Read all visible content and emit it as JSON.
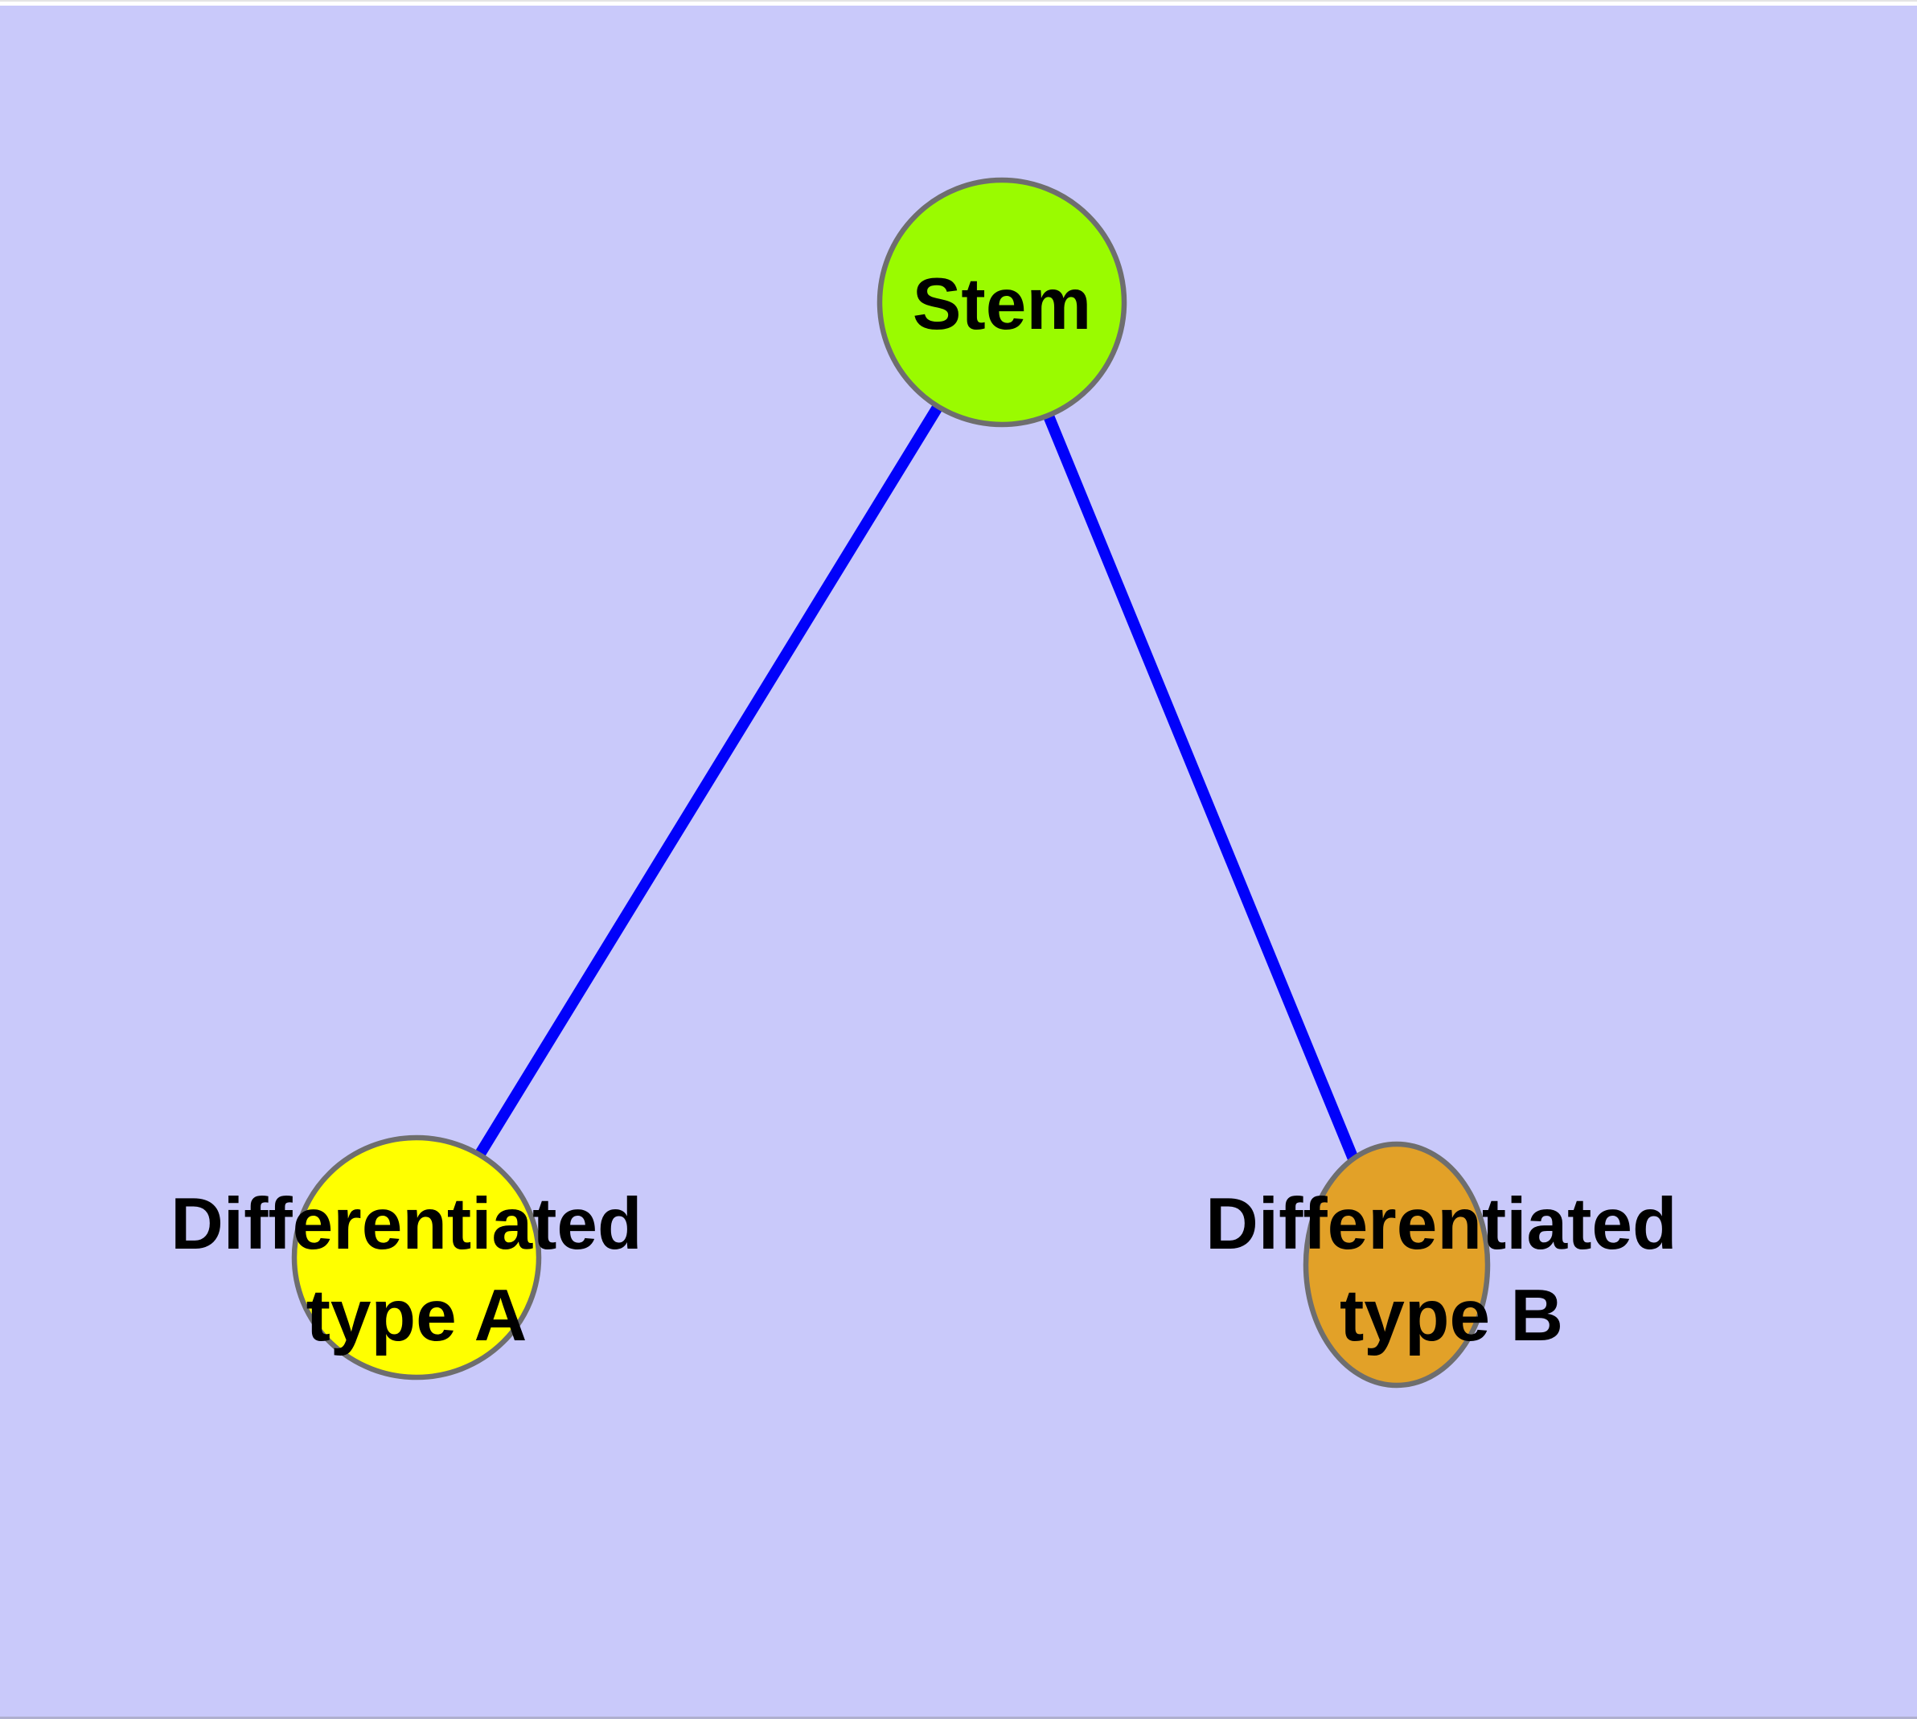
{
  "chrome": {
    "top_border_color": "#E4E4E4",
    "top_strip_color": "#FFFFFF",
    "bottom_strip_color": "#AFAFCF"
  },
  "canvas": {
    "background_color": "#C9C9FA"
  },
  "styles": {
    "edge_color": "#0101FA",
    "node_border_color": "#6E6E6E",
    "label_color": "#000000"
  },
  "graph": {
    "nodes": [
      {
        "id": "stem",
        "label": "Stem",
        "fill": "#9AFB00"
      },
      {
        "id": "differentiated-type-a",
        "label_line1": "Differentiated",
        "label_line2": "type A",
        "fill": "#FFFF00"
      },
      {
        "id": "differentiated-type-b",
        "label_line1": "Differentiated",
        "label_line2": "type B",
        "fill": "#E2A128"
      }
    ],
    "edges": [
      {
        "from": "Stem",
        "to": "Differentiated type A"
      },
      {
        "from": "Stem",
        "to": "Differentiated type B"
      }
    ]
  }
}
